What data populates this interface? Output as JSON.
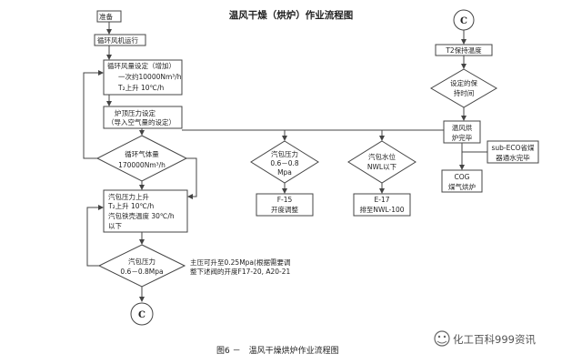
{
  "title": "温风干燥（烘炉）作业流程图",
  "caption": "图6 －　温风干燥烘炉作业流程图",
  "watermark": "化工百科999资讯",
  "connector": "C",
  "main_flow": {
    "prepare": "准备",
    "fan_run": "循环风机运行",
    "flow_set": [
      "循环风量设定（增加）",
      "一次约10000Nm³/h",
      "T₂上升 10℃/h"
    ],
    "roof_pressure": [
      "炉顶压力设定",
      "（导入空气量的设定）"
    ],
    "gas_volume": [
      "循环气体量",
      "170000Nm³/h"
    ],
    "drum_rise": [
      "汽包压力上升",
      "T₂上升 10℃/h",
      "汽包铁壳温度 30℃/h",
      "以下"
    ],
    "drum_pressure": [
      "汽包压力",
      "0.6－0.8Mpa"
    ],
    "note": [
      "主压可升至0.25Mpa(根据需要调",
      "整下述阀的开度F17-20, A20-21"
    ]
  },
  "mid_flow": {
    "drum_pressure_check": [
      "汽包压力",
      "0.6－0.8",
      "Mpa"
    ],
    "f15": [
      "F-15",
      "开度调整"
    ],
    "drum_level": [
      "汽包水位",
      "NWL以下"
    ],
    "e17": [
      "E-17",
      "排至NWL-100"
    ]
  },
  "right_flow": {
    "t2_hold": "T2保持温度",
    "hold_time": [
      "设定的保",
      "持时间"
    ],
    "drying_done": [
      "温风烘",
      "炉完毕"
    ],
    "sub_eco": [
      "sub-ECO省煤",
      "器通水完毕"
    ],
    "cog": [
      "COG",
      "煤气烘炉"
    ]
  }
}
